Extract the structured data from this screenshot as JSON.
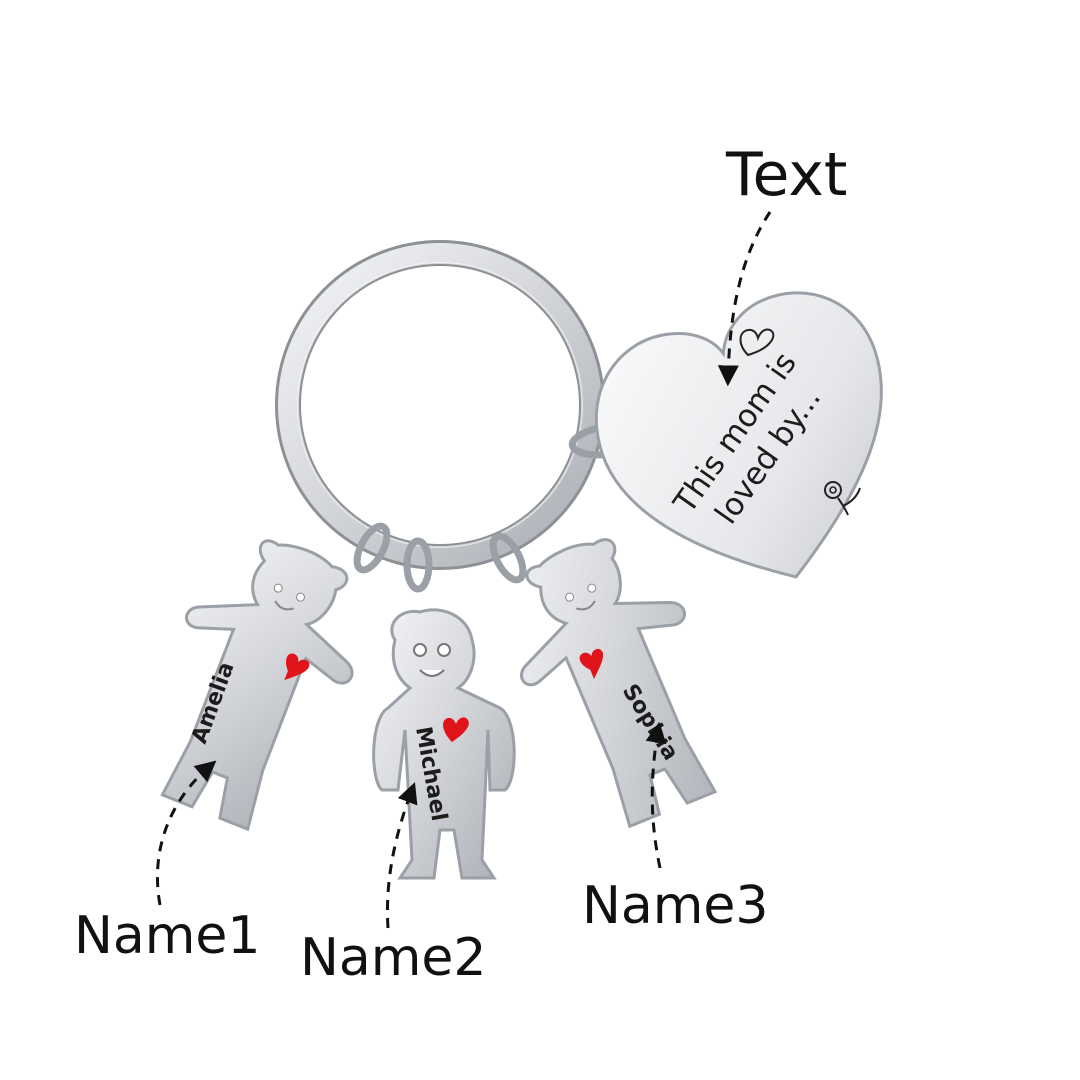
{
  "product": {
    "heart_tag_text_line1": "This mom is",
    "heart_tag_text_line2": "loved by...",
    "charm_names": [
      "Amelia",
      "Michael",
      "Sophia"
    ]
  },
  "callouts": {
    "text_label": "Text",
    "name1_label": "Name1",
    "name2_label": "Name2",
    "name3_label": "Name3"
  },
  "colors": {
    "background": "#ffffff",
    "metal": "#c9ccd0",
    "metal_shadow": "#8d9196",
    "enamel_heart": "#e0151b",
    "label_text": "#111111"
  },
  "icons": [
    "keyring-icon",
    "heart-tag-icon",
    "girl-charm-icon",
    "boy-charm-icon",
    "flower-icon",
    "small-heart-icon",
    "dashed-arrow-icon"
  ]
}
